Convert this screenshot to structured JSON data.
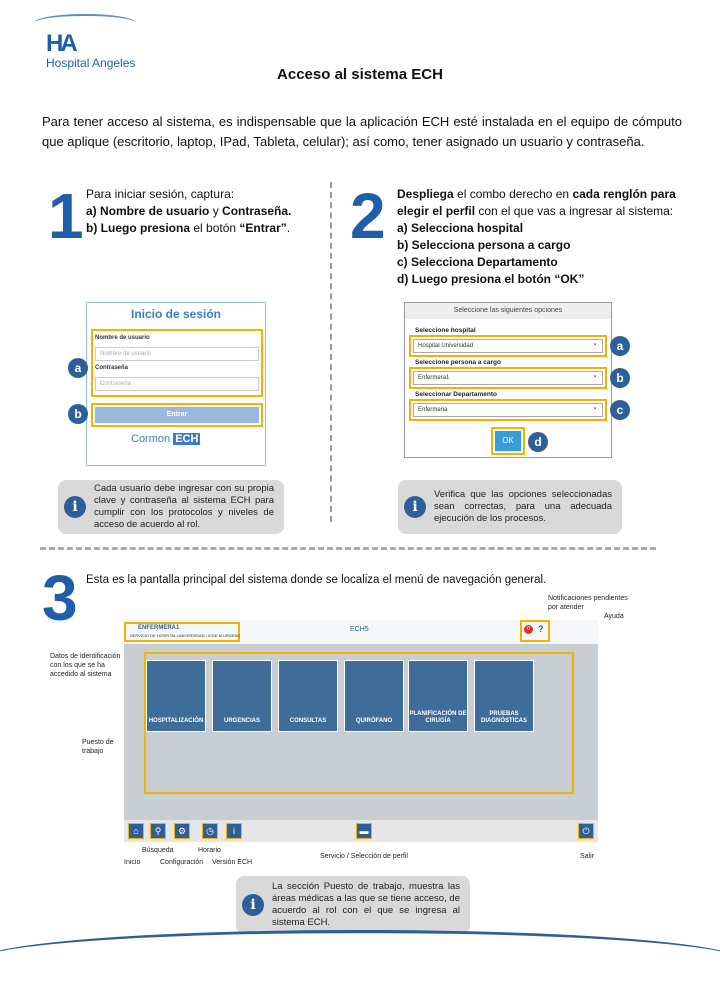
{
  "header": {
    "logo_mark": "HA",
    "logo_text": "Hospital Angeles",
    "title": "Acceso al sistema ECH"
  },
  "intro": "Para tener acceso al sistema, es indispensable que la aplicación ECH esté instalada en el equipo de cómputo que aplique (escritorio, laptop, IPad, Tableta, celular); así como, tener asignado un usuario y contraseña.",
  "step1": {
    "num": "1",
    "l1": "Para iniciar sesión, captura:",
    "l2a": "a) Nombre de usuario",
    "l2b": " y ",
    "l2c": "Contraseña.",
    "l3a": "b) Luego presiona",
    "l3b": " el botón ",
    "l3c": "“Entrar”",
    "l3d": ".",
    "login": {
      "title": "Inicio de sesión",
      "user_label": "Nombre de usuario",
      "user_ph": "Nombre de usuario",
      "pass_label": "Contraseña",
      "pass_ph": "Contraseña",
      "button": "Entrar",
      "brand": "Cormon",
      "brand2": "ECH"
    },
    "note": "Cada usuario debe ingresar con su propia clave y contraseña al sistema ECH para cumplir con los protocolos y niveles de acceso de acuerdo al rol."
  },
  "step2": {
    "num": "2",
    "l1a": "Despliega",
    "l1b": " el combo derecho en ",
    "l1c": "cada renglón para elegir el perfil",
    "l1d": " con el que vas a ingresar al sistema:",
    "items": [
      "a)   Selecciona hospital",
      "b)   Selecciona persona a cargo",
      "c)   Selecciona Departamento",
      "d)   Luego presiona el botón “OK”"
    ],
    "dialog": {
      "header": "Seleccione las siguientes opciones",
      "h_label": "Seleccione hospital",
      "h_val": "Hospital Universidad",
      "p_label": "Seleccione persona a cargo",
      "p_val": "Enfermera1",
      "d_label": "Seleccionar Departamento",
      "d_val": "Enfermeria",
      "ok": "OK"
    },
    "note": "Verifica que las opciones seleccionadas sean correctas, para una adecuada ejecución de los procesos."
  },
  "badges": {
    "a": "a",
    "b": "b",
    "c": "c",
    "d": "d"
  },
  "step3": {
    "num": "3",
    "text": "Esta es la pantalla principal del sistema donde se localiza el menú de navegación general.",
    "screen": {
      "user": "ENFERMERA1",
      "sub": "SERVICIO DE HOSPITAL UNIVERSIDAD / ICDE M.URGENCIAS",
      "app": "ECH5",
      "notif_count": "0",
      "tiles": [
        "HOSPITALIZACIÓN",
        "URGENCIAS",
        "CONSULTAS",
        "QUIRÓFANO",
        "PLANIFICACIÓN DE CIRUGÍA",
        "PRUEBAS DIAGNÓSTICAS"
      ]
    },
    "labels": {
      "notif": "Notificaciones pendientes por atender",
      "ayuda": "Ayuda",
      "datos": "Datos de identificación con los que se ha accedido al sistema",
      "puesto": "Puesto de trabajo",
      "inicio": "Inicio",
      "busqueda": "Búsqueda",
      "config": "Configuración",
      "horario": "Horario",
      "version": "Versión ECH",
      "servicio": "Servicio / Selección de perfil",
      "salir": "Salir"
    },
    "note": "La sección Puesto de trabajo, muestra las áreas médicas a las que se tiene acceso, de acuerdo al rol con el que se ingresa al sistema ECH."
  }
}
